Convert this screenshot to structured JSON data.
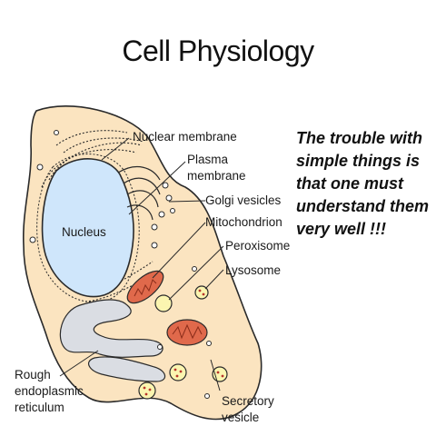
{
  "title": "Cell Physiology",
  "quote_lines": [
    "The trouble with",
    "simple things is",
    "that one must",
    "understand them",
    "very well !!!"
  ],
  "labels": {
    "nucleus": "Nucleus",
    "nuclear_membrane": "Nuclear membrane",
    "plasma_membrane": [
      "Plasma",
      "membrane"
    ],
    "golgi_vesicles": "Golgi vesicles",
    "mitochondrion": "Mitochondrion",
    "peroxisome": "Peroxisome",
    "lysosome": "Lysosome",
    "rough_er": [
      "Rough",
      "endoplasmic",
      "reticulum"
    ],
    "secretory_vesicle": [
      "Secretory",
      "vesicle"
    ]
  },
  "colors": {
    "cytoplasm": "#fbe4c0",
    "nucleus": "#cfe6fb",
    "mitochondrion": "#e0694b",
    "organelle": "#fbf5b0",
    "er": "#dadde3"
  }
}
